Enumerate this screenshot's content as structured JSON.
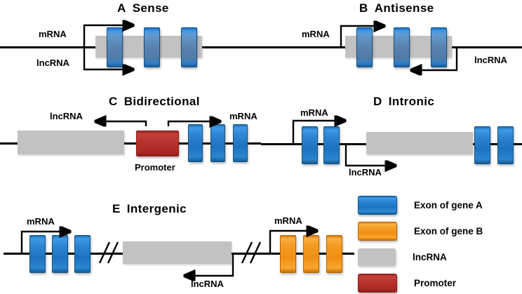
{
  "figure": {
    "title_a_letter": "A",
    "title_a_text": "Sense",
    "title_b_letter": "B",
    "title_b_text": "Antisense",
    "title_c_letter": "C",
    "title_c_text": "Bidirectional",
    "title_d_letter": "D",
    "title_d_text": "Intronic",
    "title_e_letter": "E",
    "title_e_text": "Intergenic"
  },
  "colors": {
    "exon_gene_a": "#1f7ac4",
    "exon_gene_b": "#f59a24",
    "lncrna": "#c2c2c2",
    "promoter": "#b8322c",
    "line": "#000000"
  },
  "panels": {
    "a": {
      "label": "A Sense",
      "mrna_label": "mRNA",
      "lncrna_label": "lncRNA",
      "exon_count": 3
    },
    "b": {
      "label": "B Antisense",
      "mrna_label": "mRNA",
      "lncrna_label": "lncRNA",
      "exon_count": 3
    },
    "c": {
      "label": "C Bidirectional",
      "lncrna_label": "lncRNA",
      "mrna_label": "mRNA",
      "promoter_label": "Promoter",
      "exon_count": 3
    },
    "d": {
      "label": "D Intronic",
      "mrna_label": "mRNA",
      "lncrna_label": "lncRNA",
      "exon_count": 4
    },
    "e": {
      "label": "E Intergenic",
      "mrna_label_left": "mRNA",
      "lncrna_label": "lncRNA",
      "mrna_label_right": "mRNA",
      "exon_count_left": 3,
      "exon_count_right": 3
    }
  },
  "legend": {
    "items": [
      {
        "label": "Exon of gene A",
        "color": "#1f7ac4",
        "swatch": "blue"
      },
      {
        "label": "Exon of gene B",
        "color": "#f59a24",
        "swatch": "orange"
      },
      {
        "label": "lncRNA",
        "color": "#c2c2c2",
        "swatch": "grey"
      },
      {
        "label": "Promoter",
        "color": "#b8322c",
        "swatch": "red"
      }
    ]
  }
}
